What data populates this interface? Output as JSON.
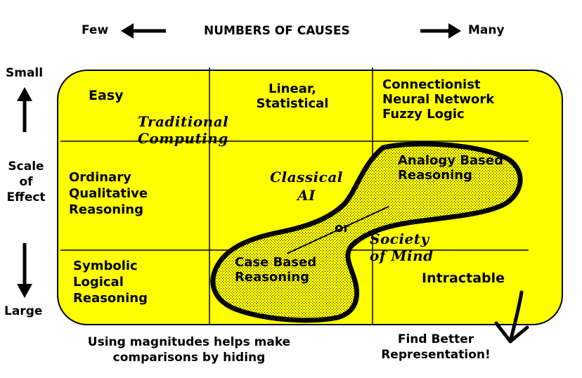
{
  "header": {
    "few": "Few",
    "title": "NUMBERS OF CAUSES",
    "many": "Many"
  },
  "side": {
    "small": "Small",
    "scale": [
      "Scale",
      "of",
      "Effect"
    ],
    "large": "Large"
  },
  "cells": {
    "easy": "Easy",
    "linear": [
      "Linear,",
      "Statistical"
    ],
    "connectionist": [
      "Connectionist",
      "Neural Network",
      "Fuzzy Logic"
    ],
    "ordinary": [
      "Ordinary",
      "Qualitative",
      "Reasoning"
    ],
    "symbolic": [
      "Symbolic",
      "Logical",
      "Reasoning"
    ],
    "intractable": "Intractable"
  },
  "overlays": {
    "traditional": [
      "Traditional",
      "Computing"
    ],
    "classical": [
      "Classical",
      "AI"
    ],
    "society": [
      "Society",
      "of Mind"
    ],
    "analogy": [
      "Analogy Based",
      "Reasoning"
    ],
    "case": [
      "Case Based",
      "Reasoning"
    ],
    "or": "or"
  },
  "footer": {
    "left": [
      "Using magnitudes helps make",
      "comparisons by hiding"
    ],
    "right": [
      "Find Better",
      "Representation!"
    ]
  },
  "colors": {
    "panel": "#ffff00",
    "stroke": "#000000",
    "background": "#ffffff"
  }
}
